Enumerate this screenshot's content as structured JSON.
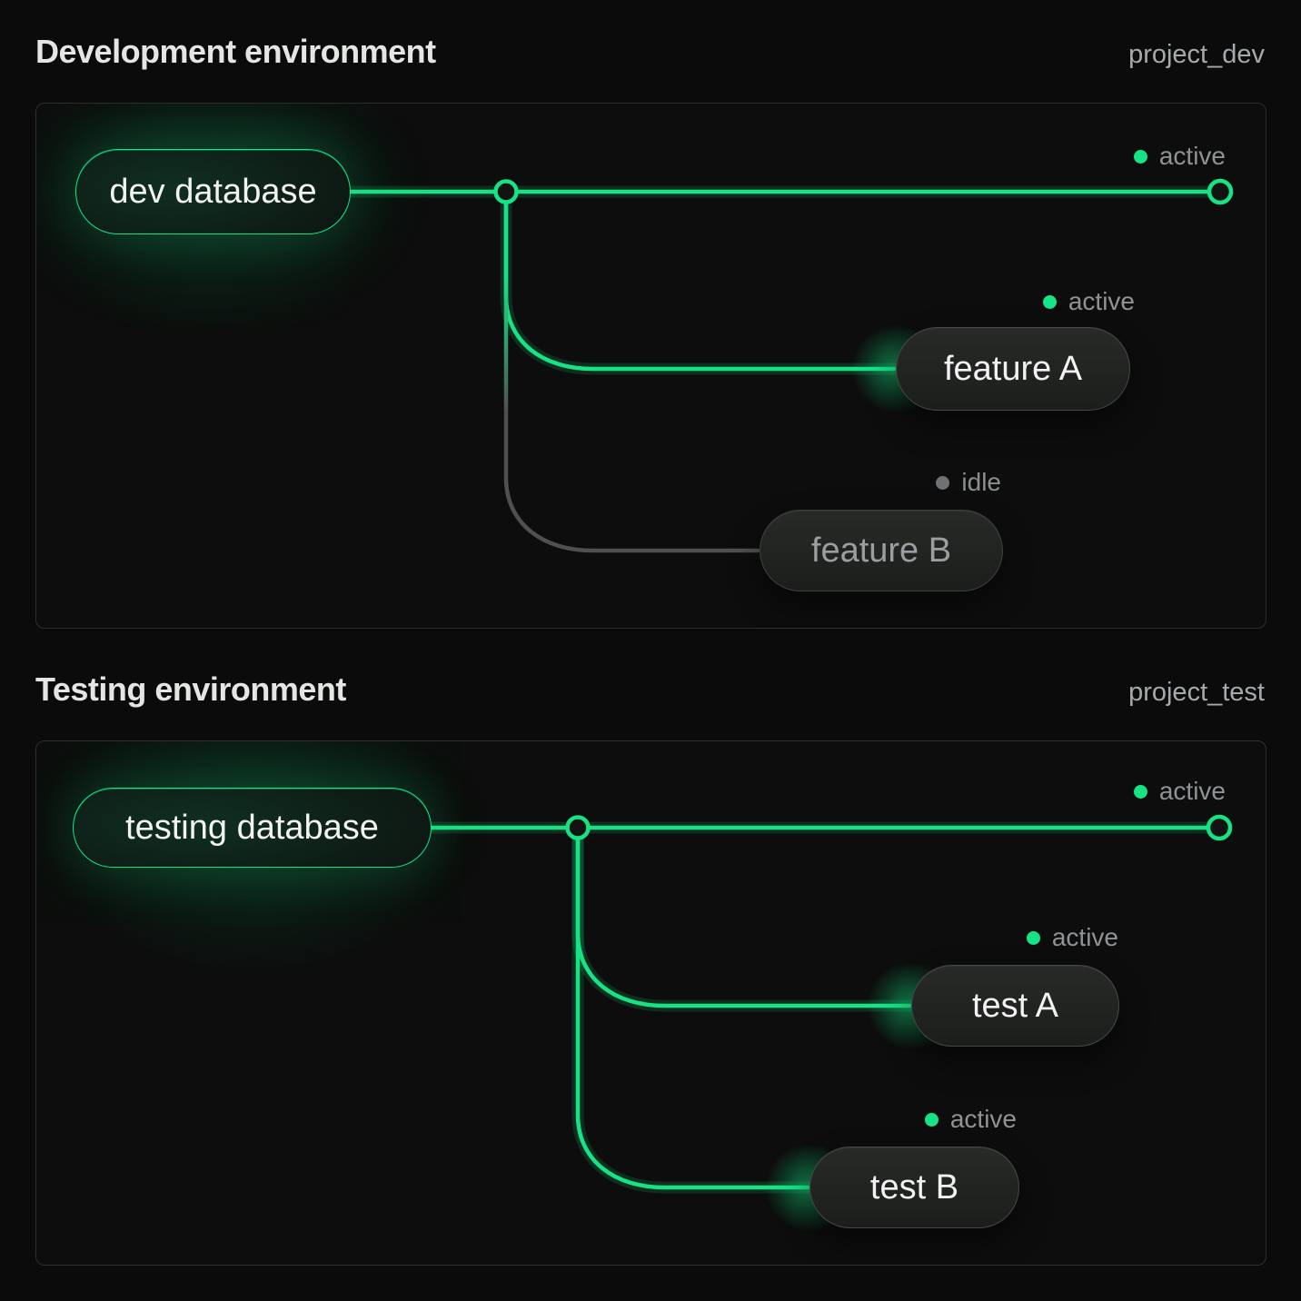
{
  "colors": {
    "accent": "#15e385",
    "idle_line": "#4e514f",
    "background": "#0a0b0a",
    "panel_border": "#2d2f2e"
  },
  "sections": [
    {
      "title": "Development environment",
      "project_label": "project_dev",
      "database": {
        "label": "dev database"
      },
      "main_branch": {
        "status_label": "active",
        "status": "active"
      },
      "branches": [
        {
          "label": "feature A",
          "status_label": "active",
          "status": "active"
        },
        {
          "label": "feature B",
          "status_label": "idle",
          "status": "idle"
        }
      ]
    },
    {
      "title": "Testing environment",
      "project_label": "project_test",
      "database": {
        "label": "testing database"
      },
      "main_branch": {
        "status_label": "active",
        "status": "active"
      },
      "branches": [
        {
          "label": "test A",
          "status_label": "active",
          "status": "active"
        },
        {
          "label": "test B",
          "status_label": "active",
          "status": "active"
        }
      ]
    }
  ]
}
